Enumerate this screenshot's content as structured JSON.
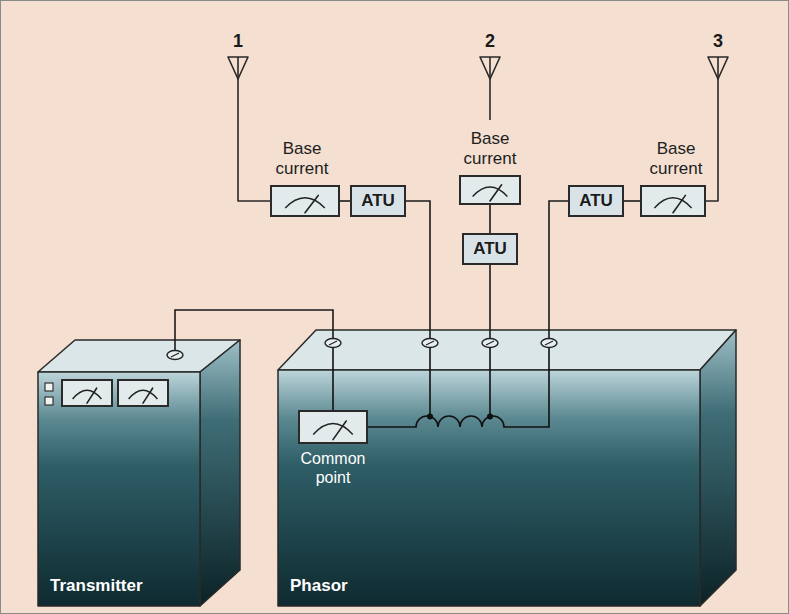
{
  "diagram": {
    "nodes": [
      {
        "text": [
          "Base current"
        ]
      },
      {
        "text": [
          "ATU"
        ]
      },
      {
        "text": [
          "Base current"
        ]
      },
      {
        "text": [
          "ATU"
        ]
      },
      {
        "text": [
          "ATU"
        ]
      },
      {
        "text": [
          "Base current"
        ]
      },
      {
        "text": [
          "Transmitter"
        ]
      },
      {
        "text": [
          "Phasor"
        ]
      },
      {
        "text": [
          "Common point"
        ],
        "in": 7
      }
    ],
    "edges": [
      {
        "from": 6,
        "to": 7,
        "arrow": "none"
      },
      {
        "from": 7,
        "to": 1,
        "arrow": "none"
      },
      {
        "from": 1,
        "to": 0,
        "arrow": "none"
      },
      {
        "from": 7,
        "to": 3,
        "arrow": "none"
      },
      {
        "from": 3,
        "to": 2,
        "arrow": "none"
      },
      {
        "from": 7,
        "to": 4,
        "arrow": "none"
      },
      {
        "from": 4,
        "to": 5,
        "arrow": "none"
      }
    ],
    "labels": [
      "1",
      "2",
      "3"
    ]
  }
}
